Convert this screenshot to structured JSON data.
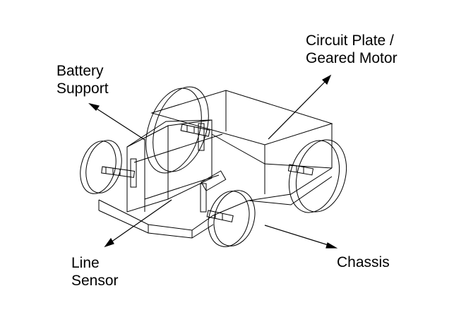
{
  "labels": {
    "circuit_plate": [
      "Circuit Plate  /",
      "Geared Motor"
    ],
    "battery_support": [
      "Battery",
      "Support"
    ],
    "line_sensor": [
      "Line",
      "Sensor"
    ],
    "chassis": "Chassis"
  },
  "colors": {
    "ink": "#000000",
    "background": "#ffffff"
  }
}
